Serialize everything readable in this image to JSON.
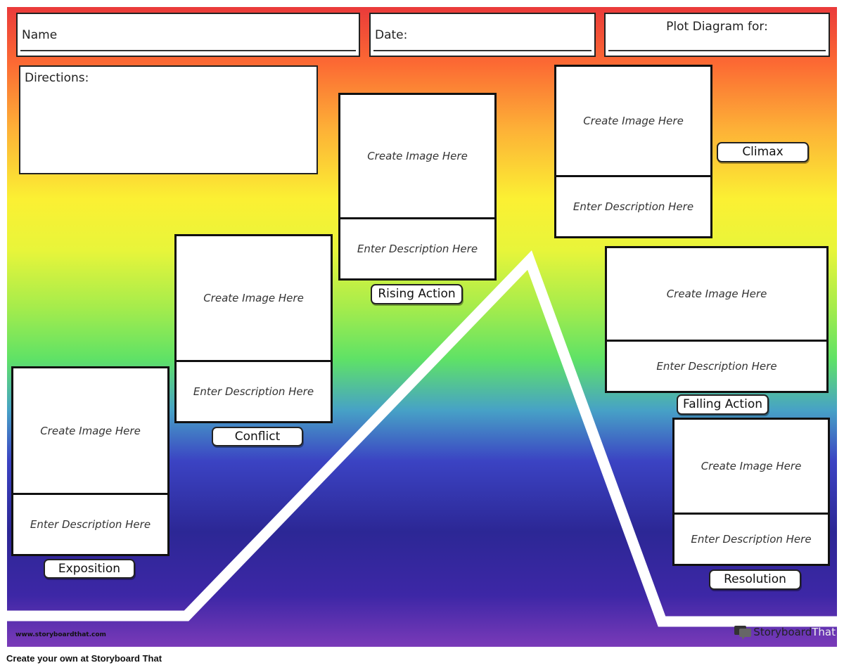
{
  "header": {
    "name_label": "Name",
    "date_label": "Date:",
    "plot_label": "Plot Diagram for:"
  },
  "directions": {
    "label": "Directions:"
  },
  "panels": [
    {
      "stage": "Exposition",
      "image_placeholder": "Create Image Here",
      "description_placeholder": "Enter Description Here"
    },
    {
      "stage": "Conflict",
      "image_placeholder": "Create Image Here",
      "description_placeholder": "Enter Description Here"
    },
    {
      "stage": "Rising Action",
      "image_placeholder": "Create Image Here",
      "description_placeholder": "Enter Description Here"
    },
    {
      "stage": "Climax",
      "image_placeholder": "Create Image Here",
      "description_placeholder": "Enter Description Here"
    },
    {
      "stage": "Falling Action",
      "image_placeholder": "Create Image Here",
      "description_placeholder": "Enter Description Here"
    },
    {
      "stage": "Resolution",
      "image_placeholder": "Create Image Here",
      "description_placeholder": "Enter Description Here"
    }
  ],
  "watermark": "www.storyboardthat.com",
  "brand": {
    "part1": "Storyboard",
    "part2": "That",
    "icon": "speech-bubble-icon"
  },
  "footer": "Create your own at Storyboard That",
  "colors": {
    "line": "#ffffff",
    "border": "#111111"
  }
}
